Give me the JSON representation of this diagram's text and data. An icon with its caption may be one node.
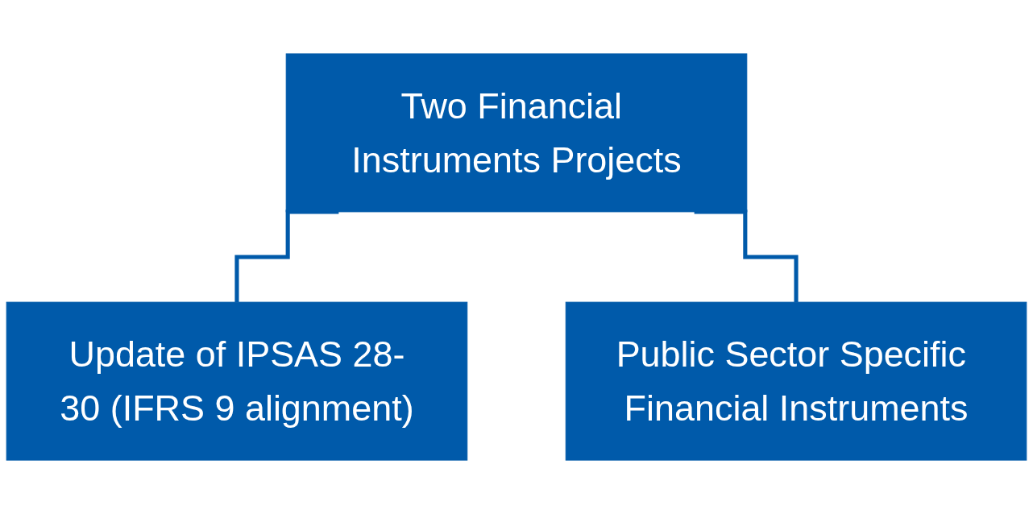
{
  "diagram": {
    "nodes": [
      {
        "text": [
          "Two Financial Instruments Projects"
        ]
      },
      {
        "text": [
          "Update of IPSAS 28-30 (IFRS 9 alignment)"
        ]
      },
      {
        "text": [
          "Public Sector Specific Financial Instruments"
        ]
      }
    ],
    "edges": [
      {
        "from": 0,
        "to": 1,
        "arrow": "none"
      },
      {
        "from": 0,
        "to": 2,
        "arrow": "none"
      }
    ]
  }
}
